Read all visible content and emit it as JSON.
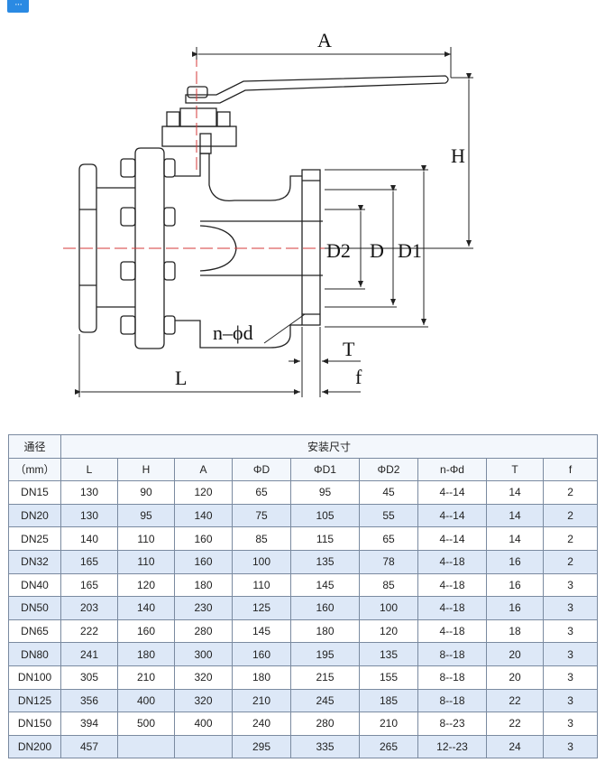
{
  "badge": {
    "text": "···"
  },
  "drawing": {
    "labels": {
      "A": "A",
      "H": "H",
      "D2": "D2",
      "D": "D",
      "D1": "D1",
      "nd": "n–ϕd",
      "T": "T",
      "f": "f",
      "L": "L"
    }
  },
  "table": {
    "header_main": "安装尺寸",
    "header_col0_line1": "通径",
    "header_col0_line2": "（mm）",
    "columns": [
      "L",
      "H",
      "A",
      "ΦD",
      "ΦD1",
      "ΦD2",
      "n-Φd",
      "T",
      "f"
    ],
    "rows": [
      [
        "DN15",
        "130",
        "90",
        "120",
        "65",
        "95",
        "45",
        "4--14",
        "14",
        "2"
      ],
      [
        "DN20",
        "130",
        "95",
        "140",
        "75",
        "105",
        "55",
        "4--14",
        "14",
        "2"
      ],
      [
        "DN25",
        "140",
        "110",
        "160",
        "85",
        "115",
        "65",
        "4--14",
        "14",
        "2"
      ],
      [
        "DN32",
        "165",
        "110",
        "160",
        "100",
        "135",
        "78",
        "4--18",
        "16",
        "2"
      ],
      [
        "DN40",
        "165",
        "120",
        "180",
        "110",
        "145",
        "85",
        "4--18",
        "16",
        "3"
      ],
      [
        "DN50",
        "203",
        "140",
        "230",
        "125",
        "160",
        "100",
        "4--18",
        "16",
        "3"
      ],
      [
        "DN65",
        "222",
        "160",
        "280",
        "145",
        "180",
        "120",
        "4--18",
        "18",
        "3"
      ],
      [
        "DN80",
        "241",
        "180",
        "300",
        "160",
        "195",
        "135",
        "8--18",
        "20",
        "3"
      ],
      [
        "DN100",
        "305",
        "210",
        "320",
        "180",
        "215",
        "155",
        "8--18",
        "20",
        "3"
      ],
      [
        "DN125",
        "356",
        "400",
        "320",
        "210",
        "245",
        "185",
        "8--18",
        "22",
        "3"
      ],
      [
        "DN150",
        "394",
        "500",
        "400",
        "240",
        "280",
        "210",
        "8--23",
        "22",
        "3"
      ],
      [
        "DN200",
        "457",
        "",
        "",
        "295",
        "335",
        "265",
        "12--23",
        "24",
        "3"
      ]
    ]
  }
}
